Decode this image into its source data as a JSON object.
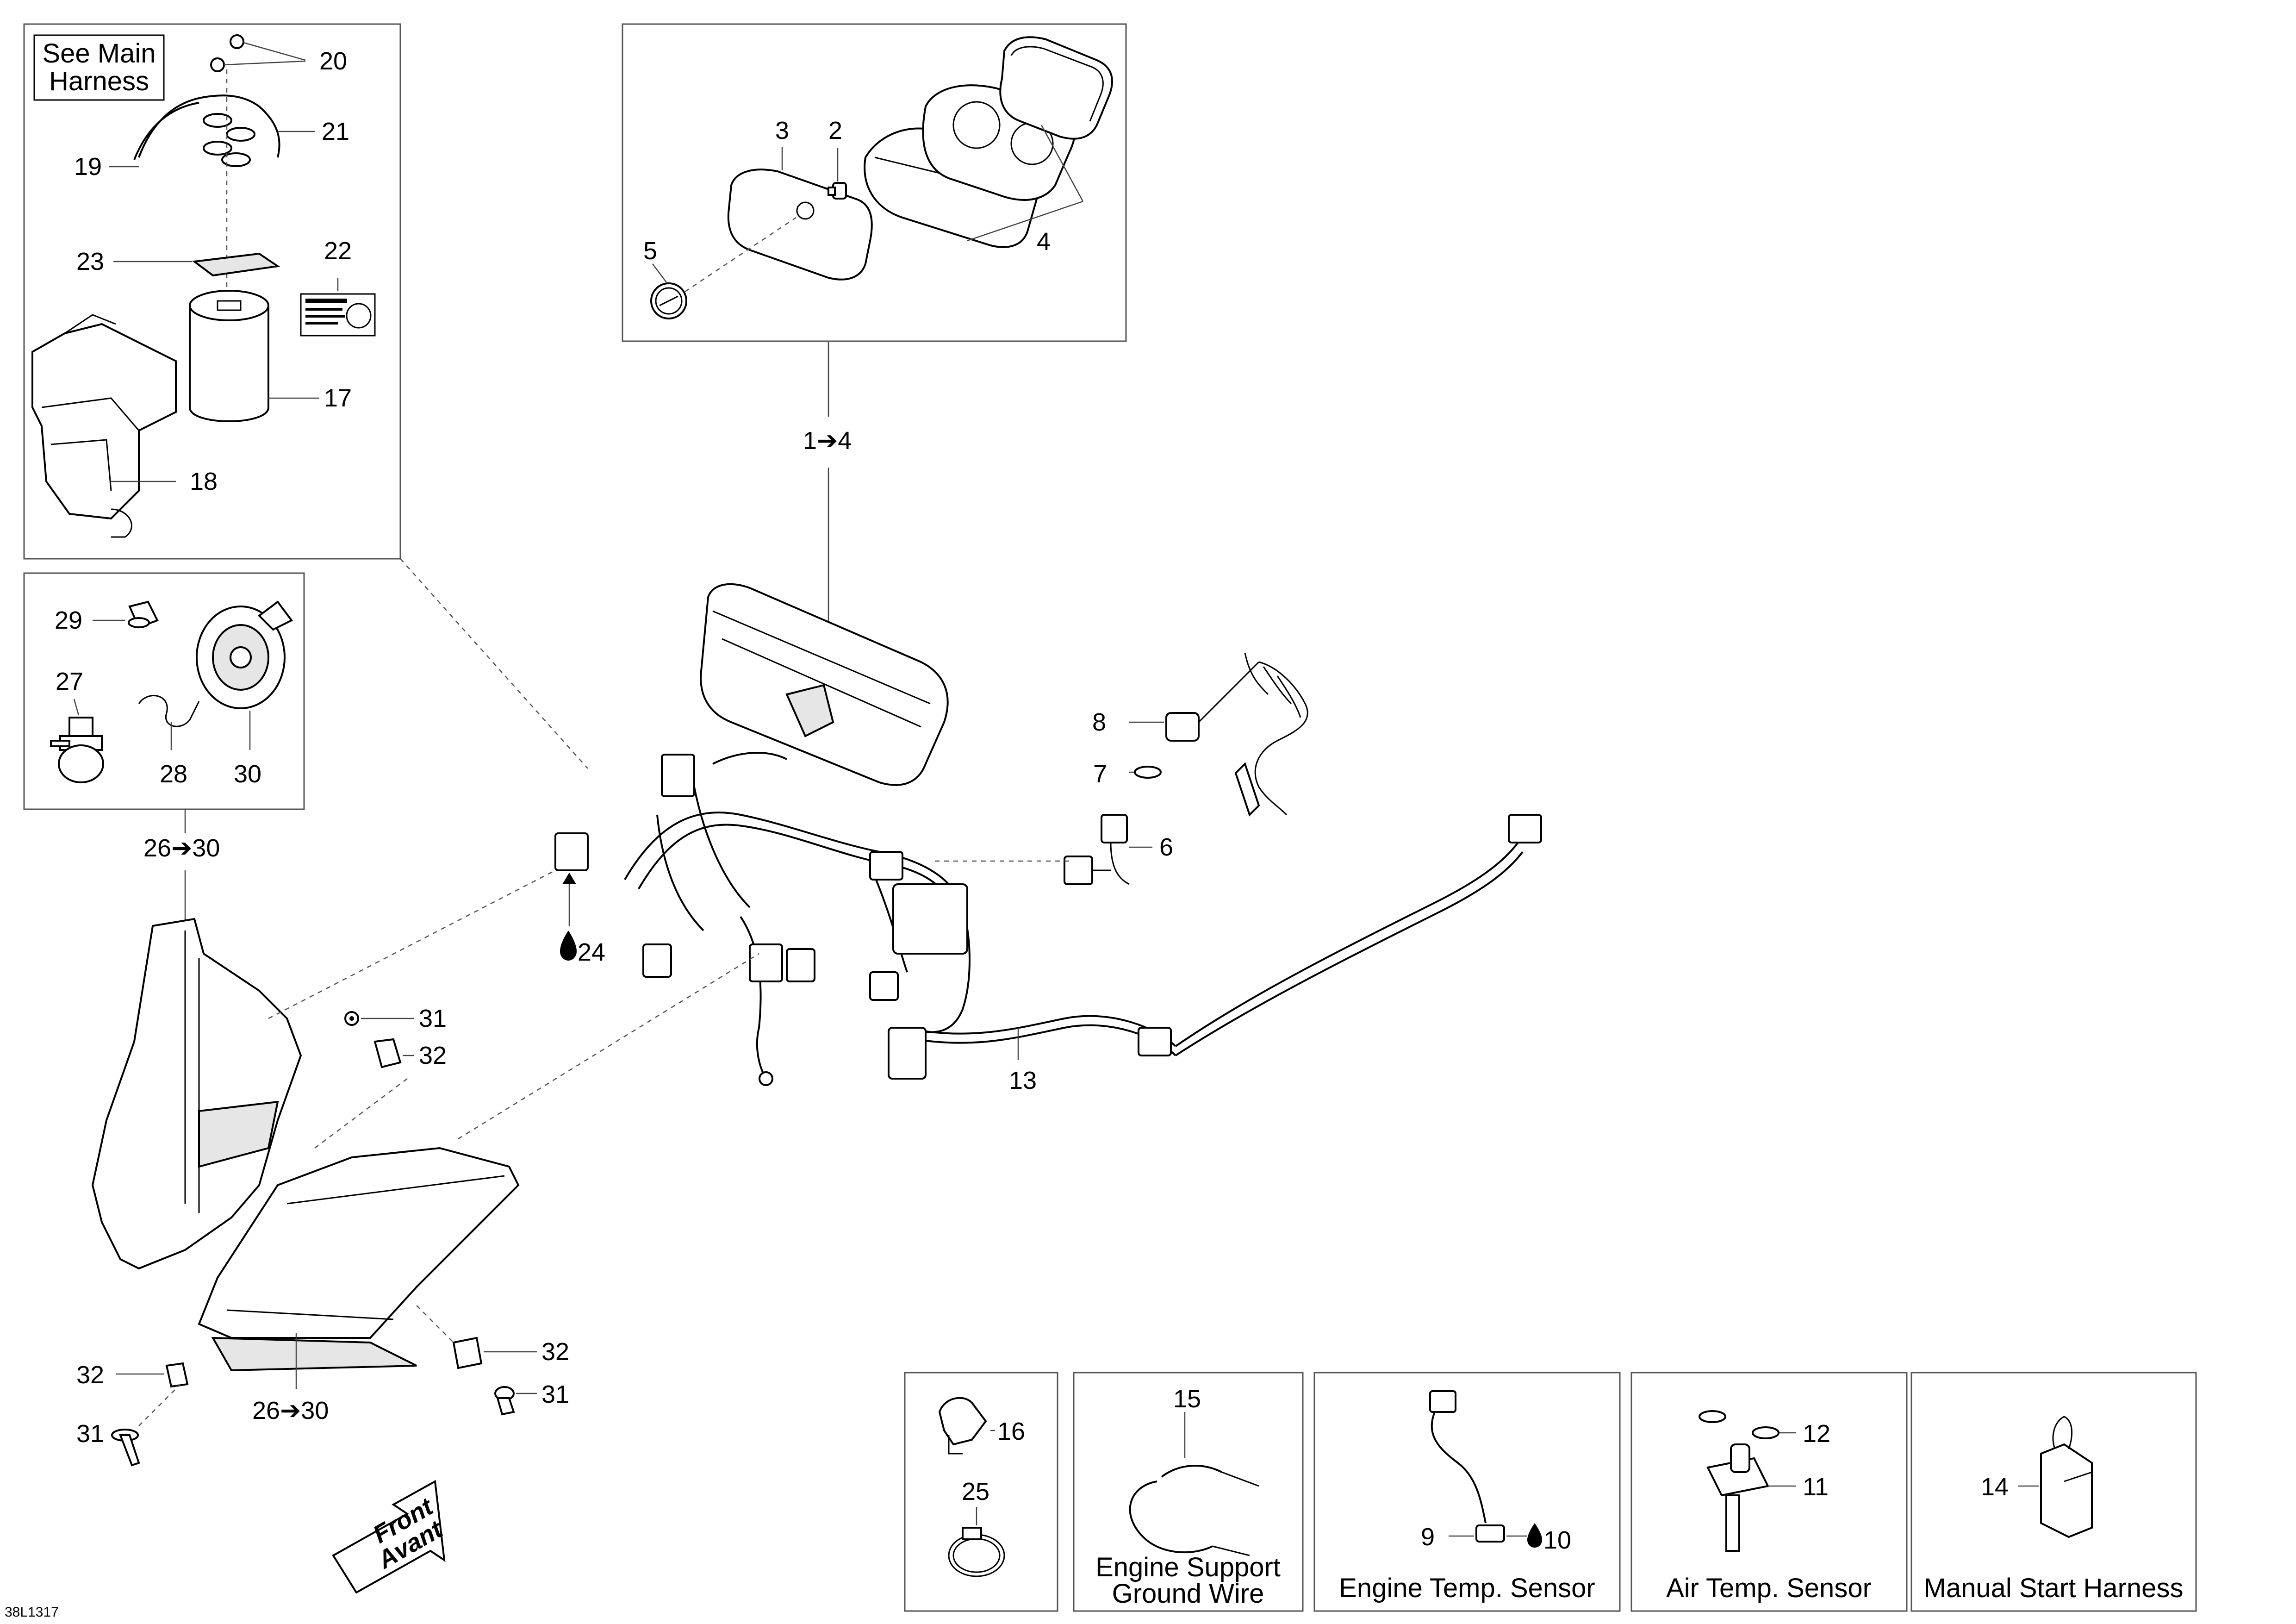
{
  "reference_code": "38L1317",
  "callouts": {
    "c20": "20",
    "c21": "21",
    "c19": "19",
    "c23": "23",
    "c22": "22",
    "c17": "17",
    "c18": "18",
    "c3": "3",
    "c2": "2",
    "c5": "5",
    "c4": "4",
    "c1to4": "1➔4",
    "c29": "29",
    "c27": "27",
    "c28": "28",
    "c30": "30",
    "c26to30a": "26➔30",
    "c8": "8",
    "c7": "7",
    "c6": "6",
    "c24": "24",
    "c31a": "31",
    "c32a": "32",
    "c13": "13",
    "c32b": "32",
    "c31b": "31",
    "c32c": "32",
    "c31c": "31",
    "c26to30b": "26➔30",
    "c16": "16",
    "c25": "25",
    "c15": "15",
    "c9": "9",
    "c10": "10",
    "c12": "12",
    "c11": "11",
    "c14": "14"
  },
  "notes": {
    "see_main_line1": "See Main",
    "see_main_line2": "Harness"
  },
  "inset_titles": {
    "engine_support_line1": "Engine Support",
    "engine_support_line2": "Ground Wire",
    "engine_temp": "Engine Temp. Sensor",
    "air_temp": "Air Temp. Sensor",
    "manual_start": "Manual Start Harness"
  },
  "direction_arrow": {
    "line1": "Front",
    "line2": "Avant"
  },
  "icons": {
    "drop": "oil-drop-icon"
  }
}
